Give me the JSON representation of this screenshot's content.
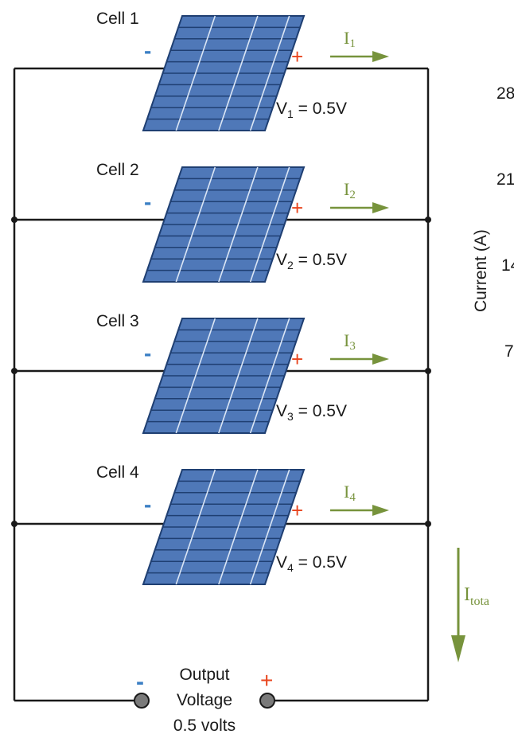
{
  "colors": {
    "wire": "#1a1a1a",
    "panel_fill": "#4f78b8",
    "panel_border": "#1f3f72",
    "panel_cell_line": "#1f3f72",
    "panel_busbar": "#dbe6f5",
    "minus_sign": "#3b7fc4",
    "plus_sign": "#e8451e",
    "current_arrow": "#77933c",
    "terminal": "#7a7a7a"
  },
  "cells": [
    {
      "name": "Cell 1",
      "minus": "-",
      "plus": "+",
      "current_main": "I",
      "current_sub": "1",
      "voltage_pre": "V",
      "voltage_sub": "1",
      "voltage_post": " = 0.5V"
    },
    {
      "name": "Cell 2",
      "minus": "-",
      "plus": "+",
      "current_main": "I",
      "current_sub": "2",
      "voltage_pre": "V",
      "voltage_sub": "2",
      "voltage_post": " = 0.5V"
    },
    {
      "name": "Cell 3",
      "minus": "-",
      "plus": "+",
      "current_main": "I",
      "current_sub": "3",
      "voltage_pre": "V",
      "voltage_sub": "3",
      "voltage_post": " = 0.5V"
    },
    {
      "name": "Cell 4",
      "minus": "-",
      "plus": "+",
      "current_main": "I",
      "current_sub": "4",
      "voltage_pre": "V",
      "voltage_sub": "4",
      "voltage_post": " = 0.5V"
    }
  ],
  "total_current": {
    "main": "I",
    "sub": "tota"
  },
  "output": {
    "minus": "-",
    "plus": "+",
    "line1": "Output",
    "line2": "Voltage",
    "line3": "0.5 volts"
  },
  "background_chart": {
    "ylabel": "Current (A)",
    "ticks": [
      "28",
      "21",
      "14",
      "7"
    ]
  }
}
